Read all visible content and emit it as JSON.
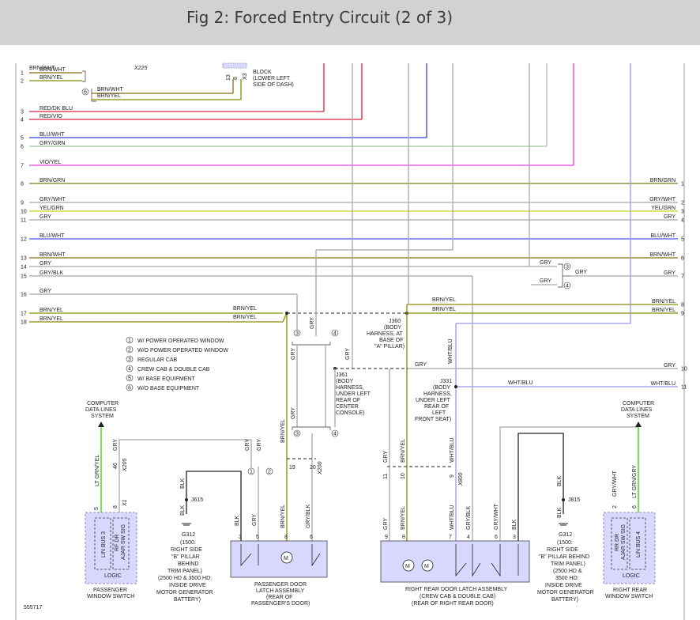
{
  "header": {
    "title": "Fig 2: Forced Entry Circuit (2 of 3)"
  },
  "colors": {
    "brn_wht": "#8b6d18",
    "brn_yel": "#8a8a00",
    "red": "#e02040",
    "blu": "#3344dd",
    "gry_grn": "#a0c8a0",
    "vio": "#e040e0",
    "brn_grn": "#7a7a20",
    "yel_grn": "#c8d818",
    "gry": "#a8a8a8",
    "blu_wht": "#4455ee",
    "wht_blu": "#9999ee",
    "lt_grn": "#55dd33",
    "module_fill": "#d8d8ff",
    "black": "#222222"
  },
  "top_labels": {
    "brn_wht_cut": "BRN/WHT",
    "x225": "X225",
    "block_1": "BLOCK",
    "block_2": "(LOWER LEFT",
    "block_3": "SIDE OF DASH)",
    "pin13": "13",
    "pin8": "8",
    "x3": "X3"
  },
  "left_wires": [
    {
      "n": "1",
      "label": "BRN/WHT"
    },
    {
      "n": "2",
      "label": "BRN/YEL"
    },
    {
      "n": "3",
      "label": "RED/DK BLU"
    },
    {
      "n": "4",
      "label": "RED/VIO"
    },
    {
      "n": "5",
      "label": "BLU/WHT"
    },
    {
      "n": "6",
      "label": "GRY/GRN"
    },
    {
      "n": "7",
      "label": "VIO/YEL"
    },
    {
      "n": "8",
      "label": "BRN/GRN"
    },
    {
      "n": "9",
      "label": "GRY/WHT"
    },
    {
      "n": "10",
      "label": "YEL/GRN"
    },
    {
      "n": "11",
      "label": "GRY"
    },
    {
      "n": "12",
      "label": "BLU/WHT"
    },
    {
      "n": "13",
      "label": "BRN/WHT"
    },
    {
      "n": "14",
      "label": "GRY"
    },
    {
      "n": "15",
      "label": "GRY/BLK"
    },
    {
      "n": "16",
      "label": "GRY"
    },
    {
      "n": "17",
      "label": "BRN/YEL"
    },
    {
      "n": "18",
      "label": "BRN/YEL"
    }
  ],
  "right_wires": [
    {
      "n": "1",
      "label": "BRN/GRN"
    },
    {
      "n": "2",
      "label": "GRY/WHT"
    },
    {
      "n": "3",
      "label": "YEL/GRN"
    },
    {
      "n": "4",
      "label": "GRY"
    },
    {
      "n": "5",
      "label": "BLU/WHT"
    },
    {
      "n": "6",
      "label": "BRN/WHT"
    },
    {
      "n": "7",
      "label": "GRY"
    },
    {
      "n": "8",
      "label": "BRN/YEL"
    },
    {
      "n": "9",
      "label": "BRN/YEL"
    },
    {
      "n": "10",
      "label": "GRY"
    },
    {
      "n": "11",
      "label": "WHT/BLU"
    }
  ],
  "mid_labels": {
    "brn_wht_b": "BRN/WHT",
    "brn_yel_b": "BRN/YEL",
    "circle6": "6",
    "brn_yel_17": "BRN/YEL",
    "brn_yel_18": "BRN/YEL",
    "gry_a": "GRY",
    "gry_b": "GRY",
    "gry_c": "GRY",
    "circle3a": "3",
    "circle4a": "4",
    "circle3b": "3",
    "circle4b": "4",
    "circle3c": "3",
    "circle4c": "4",
    "gry_v1": "GRY",
    "gry_v2": "GRY",
    "gry_v3": "GRY",
    "gry_v4": "GRY",
    "brn_yel_v": "BRN/YEL",
    "j361_1": "J361",
    "j361_2": "(BODY",
    "j361_3": "HARNESS,",
    "j361_4": "UNDER LEFT",
    "j361_5": "REAR OF",
    "j361_6": "CENTER",
    "j361_7": "CONSOLE)",
    "j360_1": "J360",
    "j360_2": "(BODY",
    "j360_3": "HARNESS, AT",
    "j360_4": "BASE OF",
    "j360_5": "\"A\" PILLAR)",
    "brn_yel_c": "BRN/YEL",
    "brn_yel_d": "BRN/YEL",
    "gry_10": "GRY",
    "wht_blu_v": "WHT/BLU",
    "j331_1": "J331",
    "j331_2": "(BODY",
    "j331_3": "HARNESS,",
    "j331_4": "UNDER LEFT",
    "j331_5": "REAR OF",
    "j331_6": "LEFT",
    "j331_7": "FRONT SEAT)",
    "wht_blu_h": "WHT/BLU"
  },
  "legend": [
    {
      "n": "1",
      "text": "W/ POWER OPERATED WINDOW"
    },
    {
      "n": "2",
      "text": "W/O POWER OPERATED WINDOW"
    },
    {
      "n": "3",
      "text": "REGULAR CAB"
    },
    {
      "n": "4",
      "text": "CREW CAB & DOUBLE CAB"
    },
    {
      "n": "5",
      "text": "W/ BASE EQUIPMENT"
    },
    {
      "n": "6",
      "text": "W/O BASE EQUIPMENT"
    }
  ],
  "left_side": {
    "computer_1": "COMPUTER",
    "computer_2": "DATA LINES",
    "computer_3": "SYSTEM",
    "lt_grn_yel": "LT GRN/YEL",
    "gry": "GRY",
    "pin46": "46",
    "x205": "X205",
    "pin5": "5",
    "pin8": "8",
    "x1": "X1",
    "lin_bus": "LIN BUS 3",
    "rf_dr": "RF DR",
    "ajar": "AJAR SW SIG",
    "logic": "LOGIC",
    "switch_1": "PASSENGER",
    "switch_2": "WINDOW SWITCH",
    "blk": "BLK",
    "j615": "J615",
    "blk2": "BLK",
    "g312_1": "G312",
    "g312_2": "(1500:",
    "g312_3": "RIGHT SIDE",
    "g312_4": "\"B\" PILLAR",
    "g312_5": "BEHIND",
    "g312_6": "TRIM PANEL)",
    "g312_7": "(2500 HD & 3500 HD:",
    "g312_8": "INSIDE DRIVE",
    "g312_9": "MOTOR GENERATOR",
    "g312_10": "BATTERY)",
    "code": "555717"
  },
  "pass_door": {
    "gry_a": "GRY",
    "gry_b": "GRY",
    "c1": "1",
    "c2": "2",
    "blk": "BLK",
    "gry": "GRY",
    "brn_yel": "BRN/YEL",
    "gry_blk": "GRY/BLK",
    "pin19": "19",
    "pin20": "20",
    "x200": "X200",
    "p3": "3",
    "p5": "5",
    "p8": "8",
    "p6": "6",
    "label_1": "PASSENGER DOOR",
    "label_2": "LATCH ASSEMBLY",
    "label_3": "(REAR OF",
    "label_4": "PASSENGER'S DOOR)"
  },
  "rear_door": {
    "gry": "GRY",
    "brn_yel": "BRN/YEL",
    "wht_blu": "WHT/BLU",
    "gry_blk": "GRY/BLK",
    "gry_wht": "GRY/WHT",
    "blk": "BLK",
    "pin11": "11",
    "pin10": "10",
    "pin9": "9",
    "x800": "X800",
    "p9": "9",
    "p8": "8",
    "p7": "7",
    "p4": "4",
    "p6": "6",
    "p3": "3",
    "label_1": "RIGHT REAR DOOR LATCH ASSEMBLY",
    "label_2": "(CREW CAB & DOUBLE CAB)",
    "label_3": "(REAR OF RIGHT REAR DOOR)"
  },
  "right_side": {
    "computer_1": "COMPUTER",
    "computer_2": "DATA LINES",
    "computer_3": "SYSTEM",
    "gry_wht": "GRY/WHT",
    "lt_grn_gry": "LT GRN/GRY",
    "pin2": "2",
    "pin6": "6",
    "blk": "BLK",
    "j815": "J815",
    "blk2": "BLK",
    "g312_1": "G312",
    "g312_2": "(1500:",
    "g312_3": "RIGHT SIDE",
    "g312_4": "\"B\" PILLAR BEHIND",
    "g312_5": "TRIM PANEL)",
    "g312_6": "(2500 HD &",
    "g312_7": "3500 HD:",
    "g312_8": "INSIDE DRIVE",
    "g312_9": "MOTOR GENERATOR",
    "g312_10": "BATTERY)",
    "rr_dr": "RR DR",
    "ajar": "AJAR SW SIG",
    "lin_bus": "LIN BUS 4",
    "logic": "LOGIC",
    "switch_1": "RIGHT REAR",
    "switch_2": "WINDOW SWITCH"
  }
}
